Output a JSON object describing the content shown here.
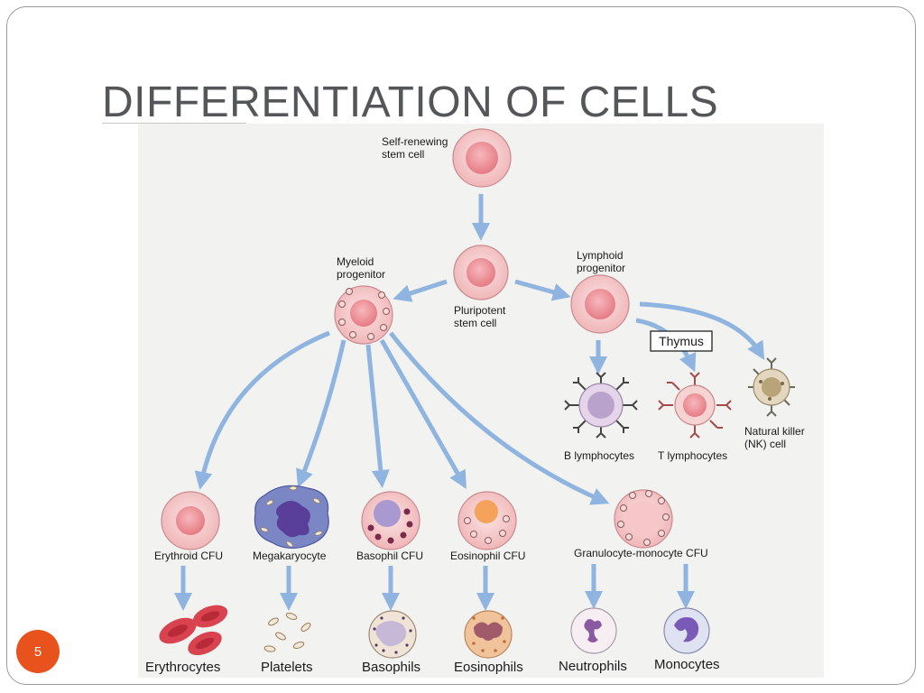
{
  "slide": {
    "title": "DIFFERENTIATION OF CELLS",
    "page_number": "5"
  },
  "diagram": {
    "self_renewing": [
      "Self-renewing",
      "stem cell"
    ],
    "pluripotent": [
      "Pluripotent",
      "stem cell"
    ],
    "myeloid": [
      "Myeloid",
      "progenitor"
    ],
    "lymphoid": [
      "Lymphoid",
      "progenitor"
    ],
    "thymus": "Thymus",
    "b_lymphocytes": "B lymphocytes",
    "t_lymphocytes": "T lymphocytes",
    "nk_cell": [
      "Natural killer",
      "(NK) cell"
    ],
    "erythroid_cfu": "Erythroid CFU",
    "megakaryocyte": "Megakaryocyte",
    "basophil_cfu": "Basophil CFU",
    "eosinophil_cfu": "Eosinophil CFU",
    "gm_cfu": "Granulocyte-monocyte CFU",
    "erythrocytes": "Erythrocytes",
    "platelets": "Platelets",
    "basophils": "Basophils",
    "eosinophils": "Eosinophils",
    "neutrophils": "Neutrophils",
    "monocytes": "Monocytes"
  },
  "colors": {
    "arrow": "#8fb4e0",
    "cell_outer": "#f4c7c7",
    "cell_inner": "#ef9aa0",
    "badge": "#e8521c"
  }
}
